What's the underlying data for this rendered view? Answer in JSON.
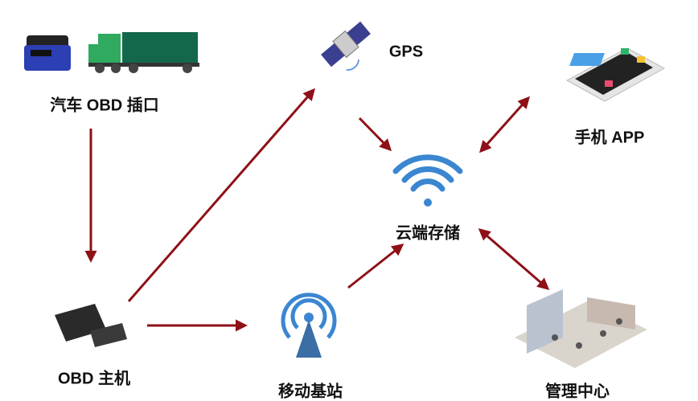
{
  "nodes": {
    "obd_port": {
      "label": "汽车 OBD 插口",
      "icon": "obd-dongle-and-truck-icon"
    },
    "gps": {
      "label": "GPS",
      "icon": "satellite-icon"
    },
    "phone_app": {
      "label": "手机 APP",
      "icon": "smartphone-icon"
    },
    "cloud": {
      "label": "云端存储",
      "icon": "wifi-icon"
    },
    "obd_host": {
      "label": "OBD 主机",
      "icon": "obd-device-icon"
    },
    "base_station": {
      "label": "移动基站",
      "icon": "antenna-tower-icon"
    },
    "management": {
      "label": "管理中心",
      "icon": "office-isometric-icon"
    }
  },
  "colors": {
    "arrow": "#8e1117",
    "wifi": "#3b86d1",
    "truck_cab": "#2faa5f",
    "truck_trailer": "#13674a"
  }
}
